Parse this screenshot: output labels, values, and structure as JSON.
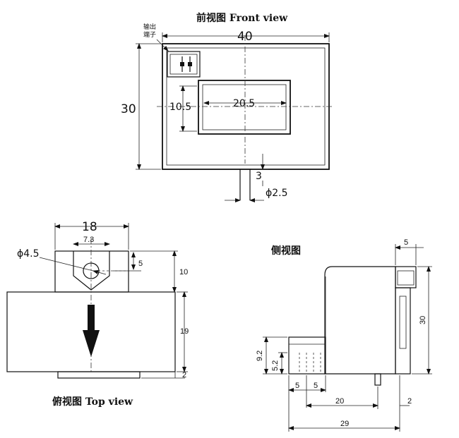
{
  "front_view": {
    "title": "前视图  Front view",
    "output_terminal_line1": "输出",
    "output_terminal_line2": "端子",
    "dims": {
      "width": "40",
      "height": "30",
      "window_width": "20.5",
      "window_height": "10.5",
      "pin_length": "3",
      "pin_diameter": "ϕ2.5"
    }
  },
  "top_view": {
    "title": "俯视图  Top view",
    "dims": {
      "width": "18",
      "slot_width": "7.3",
      "hole_diameter": "ϕ4.5",
      "hole_offset": "5",
      "tab_height": "10",
      "body_height": "19",
      "base_height": "2"
    }
  },
  "side_view": {
    "title": "侧视图",
    "dims": {
      "terminal_width": "5",
      "height": "30",
      "offset_9_2": "9.2",
      "offset_5_2": "5.2",
      "step1": "5",
      "step2": "5",
      "span_20": "20",
      "pin_2": "2",
      "depth": "29"
    }
  },
  "colors": {
    "line": "#111111",
    "background": "#ffffff"
  }
}
